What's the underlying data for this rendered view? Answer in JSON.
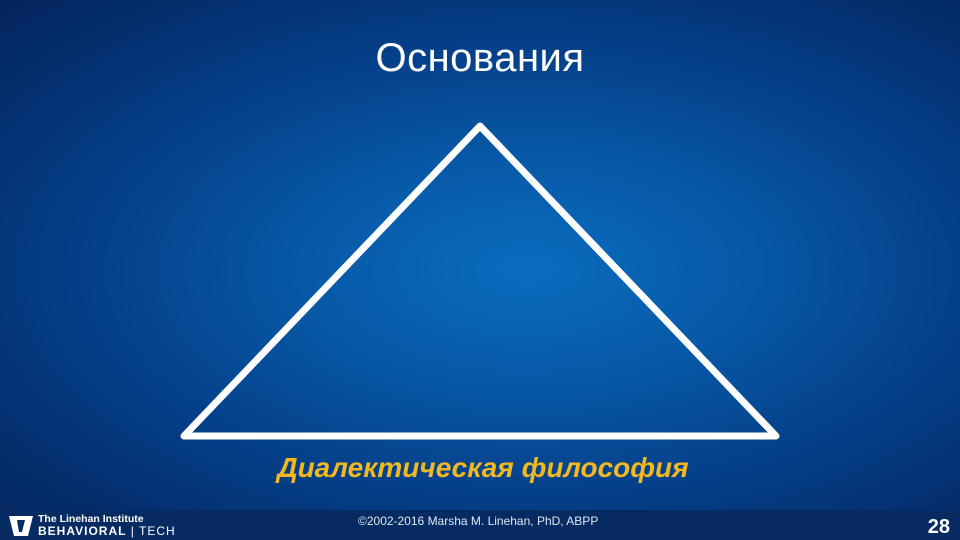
{
  "slide": {
    "title": "Основания",
    "triangle": {
      "base_label": "Диалектическая философия",
      "stroke_color": "#ffffff"
    },
    "colors": {
      "background": "#075aa8",
      "label_accent": "#f2b81f"
    }
  },
  "footer": {
    "logo": {
      "line1": "The Linehan Institute",
      "line2_bold": "BEHAVIORAL",
      "line2_rest": "TECH",
      "icon": "linehan-institute-logo-icon"
    },
    "copyright": "©2002-2016 Marsha M. Linehan, PhD, ABPP",
    "page_number": "28"
  }
}
